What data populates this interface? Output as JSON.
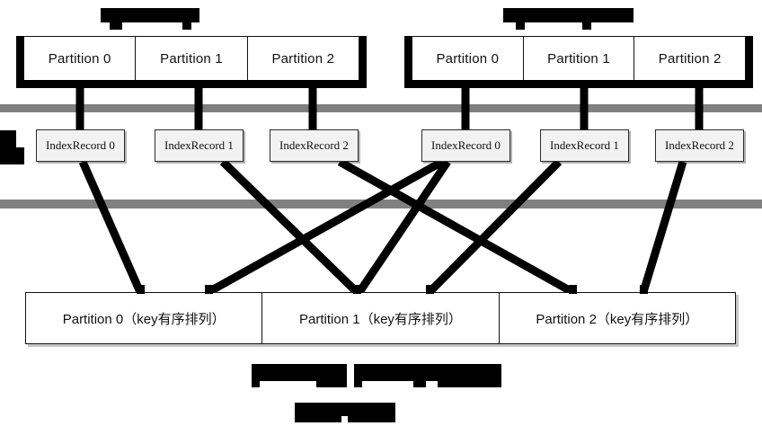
{
  "diagram": {
    "title_redacted": true,
    "top_tables": [
      {
        "name": "left-map-output",
        "header_redacted": true,
        "cells": [
          {
            "label": "Partition 0"
          },
          {
            "label": "Partition 1"
          },
          {
            "label": "Partition 2"
          }
        ]
      },
      {
        "name": "right-map-output",
        "header_redacted": true,
        "cells": [
          {
            "label": "Partition 0"
          },
          {
            "label": "Partition 1"
          },
          {
            "label": "Partition 2"
          }
        ]
      }
    ],
    "index_records": {
      "left": [
        {
          "label": "IndexRecord 0"
        },
        {
          "label": "IndexRecord 1"
        },
        {
          "label": "IndexRecord 2"
        }
      ],
      "right": [
        {
          "label": "IndexRecord 0"
        },
        {
          "label": "IndexRecord 1"
        },
        {
          "label": "IndexRecord 2"
        }
      ]
    },
    "bottom_table": {
      "name": "reduce-input-sorted-partitions",
      "cells": [
        {
          "label": "Partition 0（key有序排列）"
        },
        {
          "label": "Partition 1（key有序排列）"
        },
        {
          "label": "Partition 2（key有序排列）"
        }
      ]
    },
    "colors": {
      "line": "#000000",
      "band": "#808080",
      "box_fill": "#f2f2f2",
      "page": "#ffffff"
    }
  }
}
